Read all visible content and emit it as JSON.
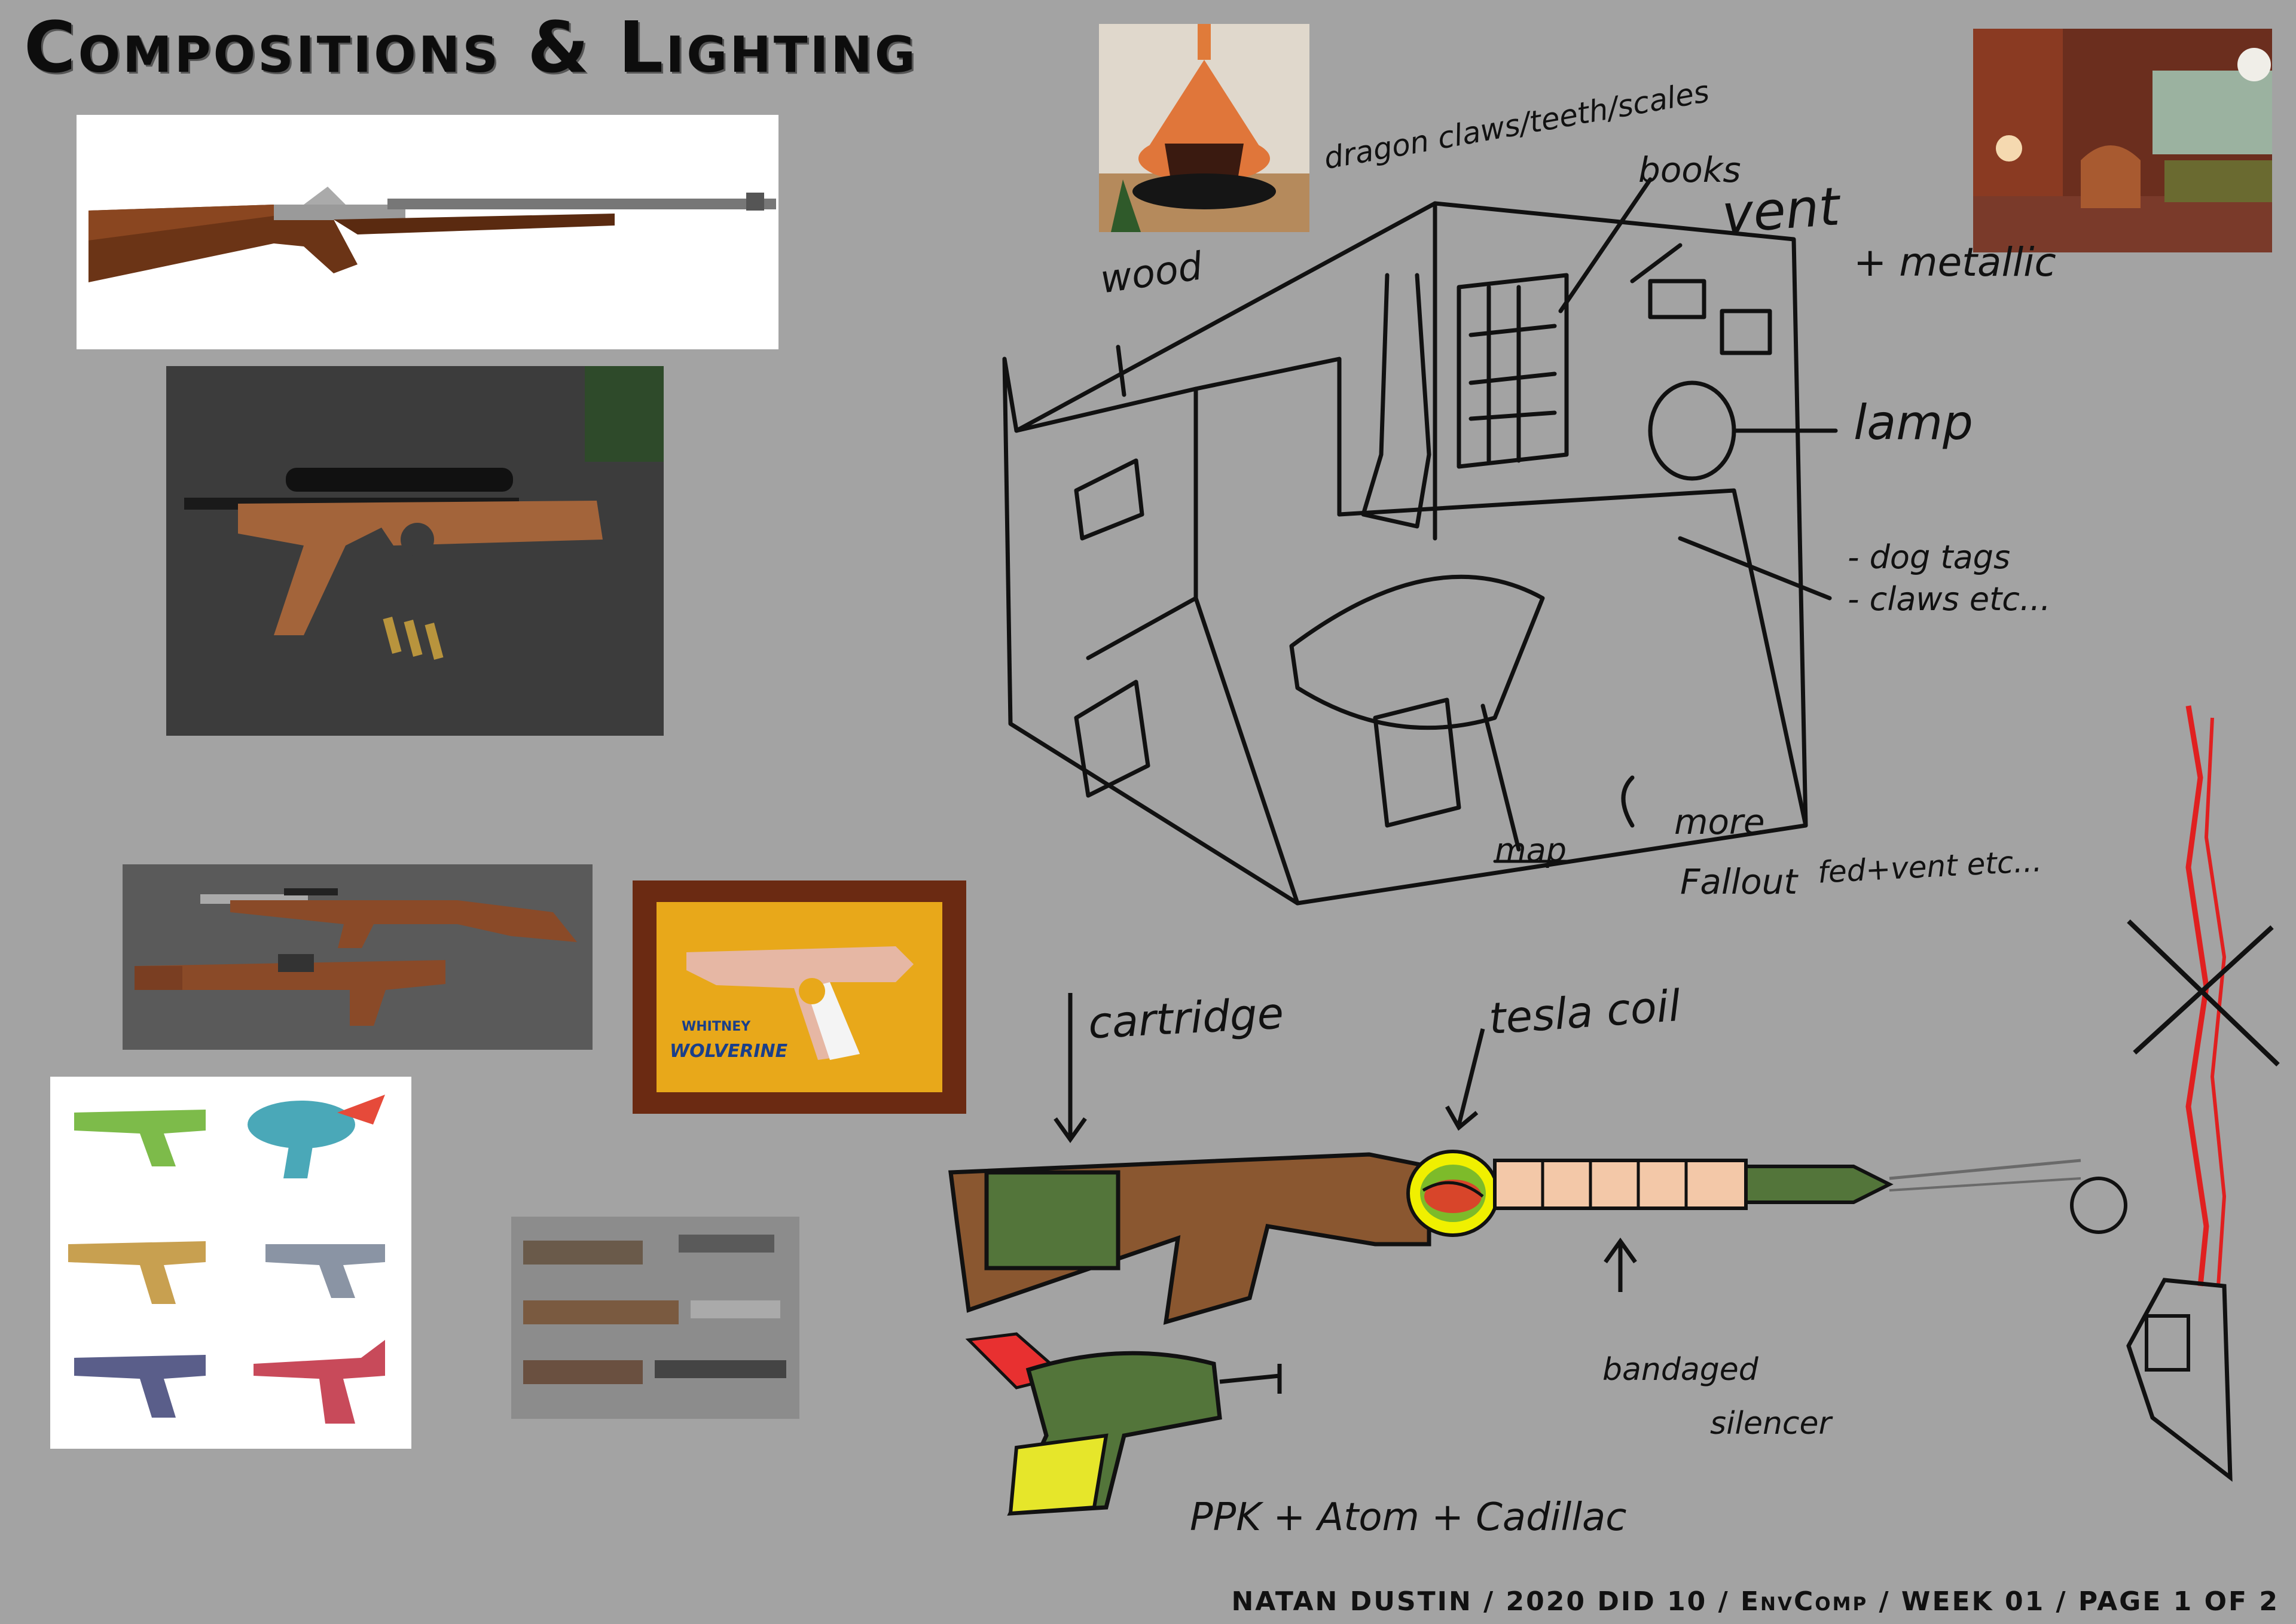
{
  "header": {
    "title": "Compositions & Lighting"
  },
  "footer": {
    "credit": "NATAN DUSTIN / 2020 DID 10 / EnvComp / WEEK 01 / PAGE 1 OF 2"
  },
  "references": {
    "whitney_box_brand": "WHITNEY",
    "whitney_box_model": "WOLVERINE"
  },
  "sketch_notes": {
    "dragon": "dragon claws/teeth/scales",
    "books": "books",
    "vent": "vent",
    "metallic": "+ metallic",
    "wood": "wood",
    "lamp": "lamp",
    "dog_tags": "- dog tags",
    "claws": "- claws etc...",
    "map": "map",
    "more": "more",
    "fallout": "Fallout",
    "fed_vent": "fed+vent  etc...",
    "cartridge": "cartridge",
    "tesla_coil": "tesla coil",
    "bandaged": "bandaged",
    "silencer": "silencer",
    "ppk": "PPK + Atom + Cadillac"
  }
}
